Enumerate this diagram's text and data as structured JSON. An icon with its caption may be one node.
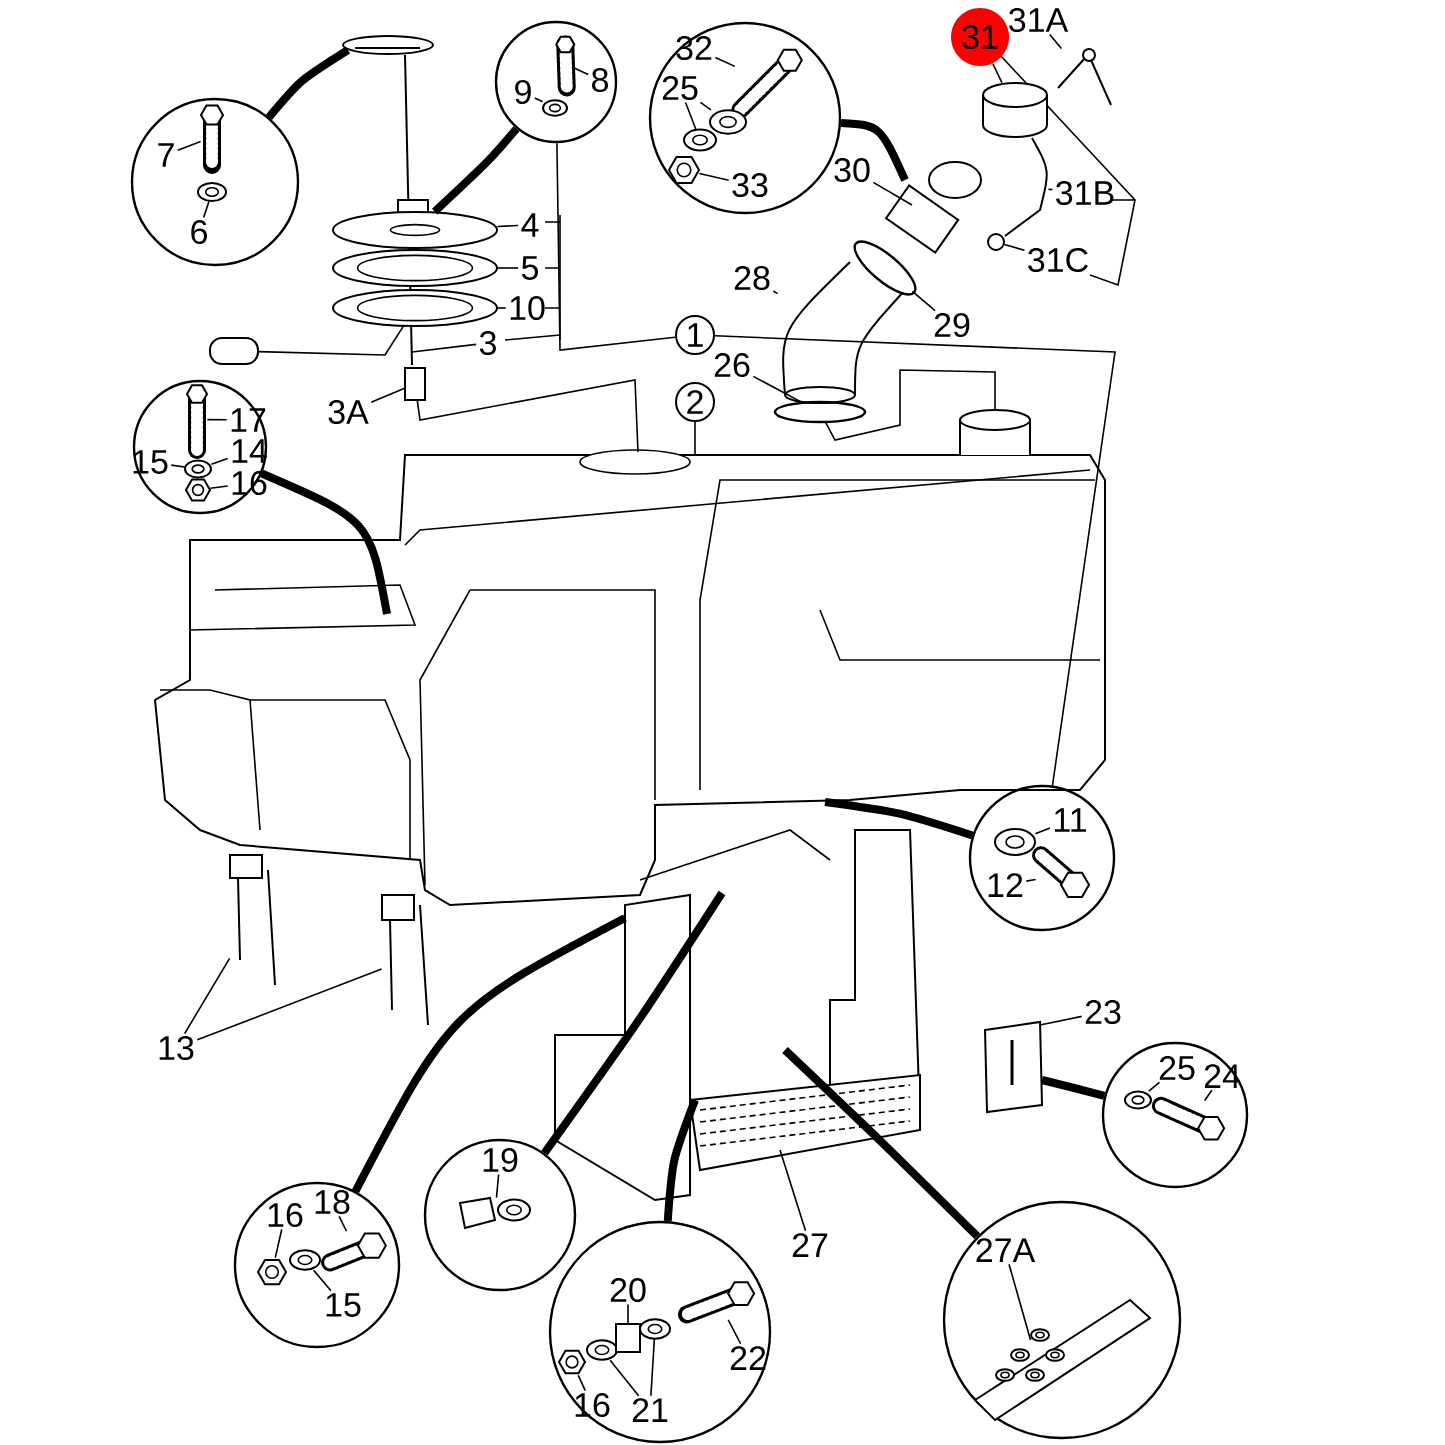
{
  "diagram": {
    "nodes": [
      {
        "text": [],
        "shape": "circle"
      },
      {
        "text": [
          "7"
        ],
        "in": 0
      },
      {
        "text": [
          "6"
        ],
        "in": 0
      },
      {
        "text": [],
        "shape": "circle"
      },
      {
        "text": [
          "8"
        ],
        "in": 3
      },
      {
        "text": [
          "9"
        ],
        "in": 3
      },
      {
        "text": [],
        "shape": "circle"
      },
      {
        "text": [
          "32"
        ],
        "in": 6
      },
      {
        "text": [
          "25"
        ],
        "in": 6
      },
      {
        "text": [
          "33"
        ],
        "in": 6
      },
      {
        "text": [
          "31"
        ]
      },
      {
        "text": [
          "31A"
        ]
      },
      {
        "text": [
          "30"
        ]
      },
      {
        "text": [
          "31B"
        ]
      },
      {
        "text": [
          "4"
        ]
      },
      {
        "text": [
          "5"
        ]
      },
      {
        "text": [
          "10"
        ]
      },
      {
        "text": [
          "31C"
        ]
      },
      {
        "text": [
          "28"
        ]
      },
      {
        "text": [
          "29"
        ]
      },
      {
        "text": [
          "3"
        ]
      },
      {
        "text": [
          "1"
        ]
      },
      {
        "text": [
          "26"
        ]
      },
      {
        "text": [
          "3A"
        ]
      },
      {
        "text": [
          "2"
        ]
      },
      {
        "text": [],
        "shape": "circle"
      },
      {
        "text": [
          "17"
        ],
        "in": 25
      },
      {
        "text": [
          "15"
        ],
        "in": 25
      },
      {
        "text": [
          "14"
        ],
        "in": 25
      },
      {
        "text": [
          "16"
        ],
        "in": 25
      },
      {
        "text": [],
        "shape": "circle"
      },
      {
        "text": [
          "11"
        ],
        "in": 30
      },
      {
        "text": [
          "12"
        ],
        "in": 30
      },
      {
        "text": [
          "23"
        ]
      },
      {
        "text": [
          "13"
        ]
      },
      {
        "text": [],
        "shape": "circle"
      },
      {
        "text": [
          "25"
        ],
        "in": 35
      },
      {
        "text": [
          "24"
        ],
        "in": 35
      },
      {
        "text": [],
        "shape": "circle"
      },
      {
        "text": [
          "16"
        ],
        "in": 38
      },
      {
        "text": [
          "18"
        ],
        "in": 38
      },
      {
        "text": [
          "15"
        ],
        "in": 38
      },
      {
        "text": [],
        "shape": "circle"
      },
      {
        "text": [
          "19"
        ],
        "in": 42
      },
      {
        "text": [
          "27"
        ]
      },
      {
        "text": [],
        "shape": "circle"
      },
      {
        "text": [
          "20"
        ],
        "in": 45
      },
      {
        "text": [
          "21"
        ],
        "in": 45
      },
      {
        "text": [
          "16"
        ],
        "in": 45
      },
      {
        "text": [
          "22"
        ],
        "in": 45
      },
      {
        "text": [],
        "shape": "circle"
      },
      {
        "text": [
          "27A"
        ],
        "in": 50
      },
      {
        "text": [],
        "shape": "picture",
        "in": 0
      },
      {
        "text": [],
        "shape": "picture",
        "in": 0
      },
      {
        "text": [],
        "shape": "picture",
        "in": 3
      },
      {
        "text": [],
        "shape": "picture",
        "in": 3
      },
      {
        "text": [],
        "shape": "picture",
        "in": 6
      },
      {
        "text": [],
        "shape": "picture",
        "in": 6
      },
      {
        "text": [],
        "shape": "picture",
        "in": 6
      },
      {
        "text": [],
        "shape": "picture",
        "in": 6
      },
      {
        "text": [],
        "shape": "picture",
        "in": 25
      },
      {
        "text": [],
        "shape": "picture",
        "in": 25
      },
      {
        "text": [],
        "shape": "picture",
        "in": 25
      },
      {
        "text": [],
        "shape": "picture",
        "in": 30
      },
      {
        "text": [],
        "shape": "picture",
        "in": 30
      },
      {
        "text": [],
        "shape": "picture",
        "in": 35
      },
      {
        "text": [],
        "shape": "picture",
        "in": 35
      },
      {
        "text": [],
        "shape": "picture",
        "in": 38
      },
      {
        "text": [],
        "shape": "picture",
        "in": 38
      },
      {
        "text": [],
        "shape": "picture",
        "in": 38
      },
      {
        "text": [],
        "shape": "picture",
        "in": 42
      },
      {
        "text": [],
        "shape": "picture",
        "in": 45
      },
      {
        "text": [],
        "shape": "picture",
        "in": 45
      },
      {
        "text": [],
        "shape": "box",
        "in": 45
      },
      {
        "text": [],
        "shape": "picture",
        "in": 45
      },
      {
        "text": [],
        "shape": "picture",
        "in": 45
      },
      {
        "text": [],
        "shape": "picture",
        "in": 50
      },
      {
        "text": [],
        "shape": "picture"
      },
      {
        "text": [],
        "shape": "picture"
      },
      {
        "text": [],
        "shape": "picture"
      },
      {
        "text": [],
        "shape": "picture"
      },
      {
        "text": [],
        "shape": "box"
      },
      {
        "text": [],
        "shape": "picture"
      },
      {
        "text": [],
        "shape": "picture"
      },
      {
        "text": [],
        "shape": "picture"
      },
      {
        "text": [],
        "shape": "cylinder"
      },
      {
        "text": [],
        "shape": "picture"
      },
      {
        "text": [],
        "shape": "picture"
      },
      {
        "text": [],
        "shape": "circle"
      },
      {
        "text": [],
        "shape": "circle"
      },
      {
        "text": [],
        "shape": "picture"
      },
      {
        "text": [],
        "shape": "picture"
      },
      {
        "text": [],
        "shape": "picture"
      },
      {
        "text": [],
        "shape": "picture"
      },
      {
        "text": [],
        "shape": "picture"
      },
      {
        "text": [],
        "shape": "cylinder"
      },
      {
        "text": [],
        "shape": "cylinder"
      }
    ],
    "edges": [
      {
        "from": 1,
        "to": 52,
        "arrow": "none"
      },
      {
        "from": 2,
        "to": 53,
        "arrow": "none"
      },
      {
        "from": 0,
        "to": 77,
        "arrow": "none",
        "style": "thick"
      },
      {
        "from": 4,
        "to": 54,
        "arrow": "none"
      },
      {
        "from": 5,
        "to": 55,
        "arrow": "none"
      },
      {
        "from": 3,
        "to": 78,
        "arrow": "none",
        "style": "thick"
      },
      {
        "from": 7,
        "to": 56,
        "arrow": "none"
      },
      {
        "from": 8,
        "to": 57,
        "arrow": "none"
      },
      {
        "from": 8,
        "to": 58,
        "arrow": "none"
      },
      {
        "from": 9,
        "to": 59,
        "arrow": "none"
      },
      {
        "from": 6,
        "to": 84,
        "arrow": "none",
        "style": "thick"
      },
      {
        "from": 10,
        "to": 85,
        "arrow": "none"
      },
      {
        "from": 11,
        "to": 86,
        "arrow": "none"
      },
      {
        "from": 12,
        "to": 84,
        "arrow": "none"
      },
      {
        "from": 13,
        "to": 87,
        "arrow": "none"
      },
      {
        "from": 14,
        "to": 78,
        "arrow": "none"
      },
      {
        "from": 15,
        "to": 79,
        "arrow": "none"
      },
      {
        "from": 16,
        "to": 80,
        "arrow": "none"
      },
      {
        "from": 17,
        "to": 88,
        "arrow": "none"
      },
      {
        "from": 18,
        "to": 82,
        "arrow": "none"
      },
      {
        "from": 19,
        "to": 83,
        "arrow": "none"
      },
      {
        "from": 20,
        "to": 77,
        "arrow": "none"
      },
      {
        "from": 21,
        "to": 30,
        "arrow": "none"
      },
      {
        "from": 3,
        "to": 21,
        "arrow": "none"
      },
      {
        "from": 22,
        "to": 89,
        "arrow": "none"
      },
      {
        "from": 23,
        "to": 81,
        "arrow": "none"
      },
      {
        "from": 24,
        "to": 90,
        "arrow": "none"
      },
      {
        "from": 25,
        "to": 90,
        "arrow": "none",
        "style": "thick"
      },
      {
        "from": 26,
        "to": 60,
        "arrow": "none"
      },
      {
        "from": 27,
        "to": 61,
        "arrow": "none"
      },
      {
        "from": 28,
        "to": 61,
        "arrow": "none"
      },
      {
        "from": 29,
        "to": 62,
        "arrow": "none"
      },
      {
        "from": 30,
        "to": 90,
        "arrow": "none",
        "style": "thick"
      },
      {
        "from": 31,
        "to": 63,
        "arrow": "none"
      },
      {
        "from": 32,
        "to": 64,
        "arrow": "none"
      },
      {
        "from": 33,
        "to": 94,
        "arrow": "none"
      },
      {
        "from": 34,
        "to": 91,
        "arrow": "none"
      },
      {
        "from": 34,
        "to": 92,
        "arrow": "none"
      },
      {
        "from": 35,
        "to": 94,
        "arrow": "none",
        "style": "thick"
      },
      {
        "from": 36,
        "to": 65,
        "arrow": "none"
      },
      {
        "from": 37,
        "to": 66,
        "arrow": "none"
      },
      {
        "from": 38,
        "to": 93,
        "arrow": "none",
        "style": "thick"
      },
      {
        "from": 39,
        "to": 67,
        "arrow": "none"
      },
      {
        "from": 40,
        "to": 69,
        "arrow": "none"
      },
      {
        "from": 41,
        "to": 68,
        "arrow": "none"
      },
      {
        "from": 42,
        "to": 93,
        "arrow": "none",
        "style": "thick"
      },
      {
        "from": 43,
        "to": 70,
        "arrow": "none"
      },
      {
        "from": 44,
        "to": 93,
        "arrow": "none"
      },
      {
        "from": 45,
        "to": 93,
        "arrow": "none",
        "style": "thick"
      },
      {
        "from": 46,
        "to": 73,
        "arrow": "none"
      },
      {
        "from": 47,
        "to": 72,
        "arrow": "none"
      },
      {
        "from": 47,
        "to": 74,
        "arrow": "none"
      },
      {
        "from": 48,
        "to": 71,
        "arrow": "none"
      },
      {
        "from": 49,
        "to": 75,
        "arrow": "none"
      },
      {
        "from": 50,
        "to": 93,
        "arrow": "none",
        "style": "thick"
      },
      {
        "from": 51,
        "to": 76,
        "arrow": "none"
      },
      {
        "from": 96,
        "to": 80,
        "arrow": "none"
      },
      {
        "from": 81,
        "to": 90,
        "arrow": "none"
      },
      {
        "from": 89,
        "to": 95,
        "arrow": "none"
      }
    ]
  }
}
